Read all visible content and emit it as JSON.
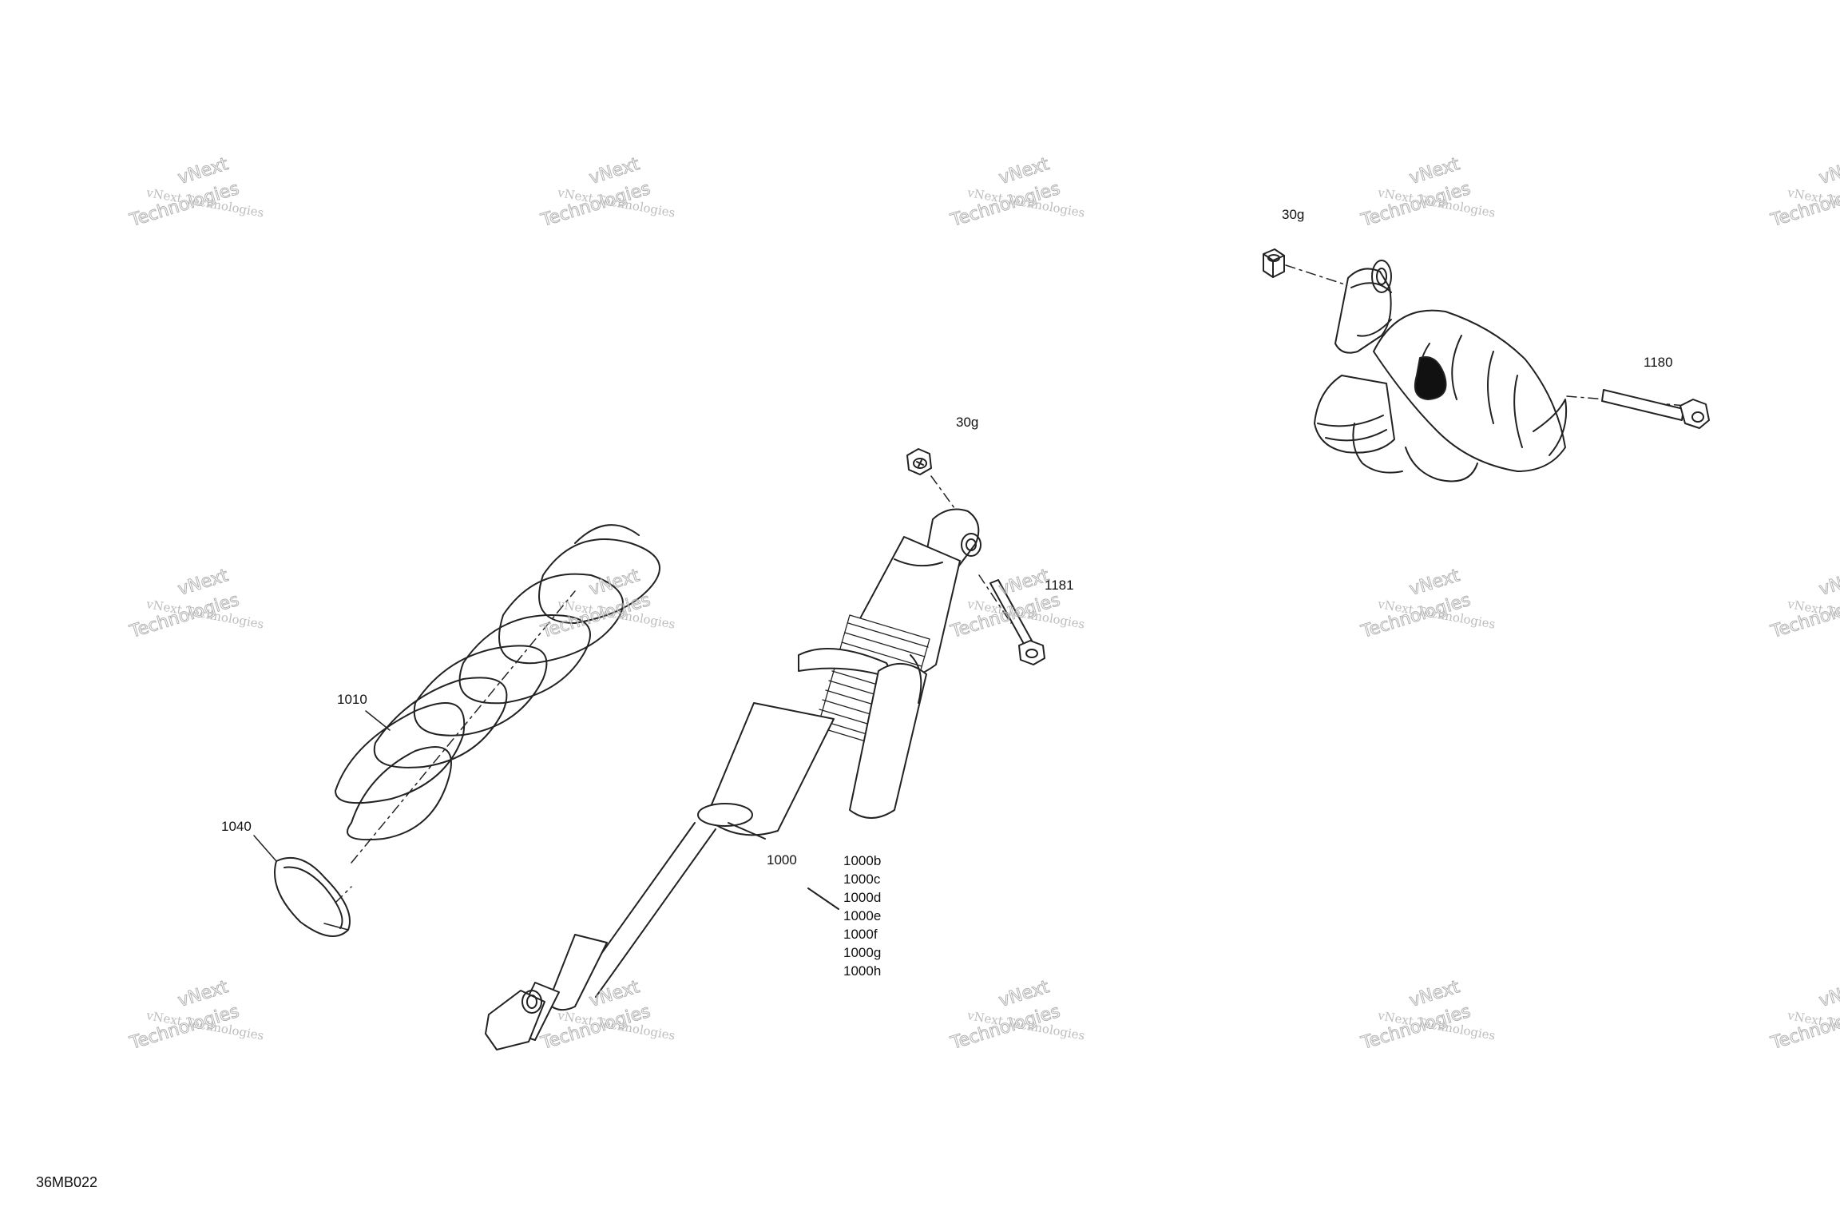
{
  "watermark": {
    "line1": "vNext Technologies",
    "line2": "Technologies",
    "line0": "vNext"
  },
  "drawing_code": "36MB022",
  "callouts": {
    "top_right_30g": "30g",
    "top_right_1180": "1180",
    "center_30g": "30g",
    "center_1181": "1181",
    "spring_1010": "1010",
    "seat_1040": "1040",
    "shock_1000": "1000"
  },
  "shock_variants": [
    "1000b",
    "1000c",
    "1000d",
    "1000e",
    "1000f",
    "1000g",
    "1000h"
  ]
}
